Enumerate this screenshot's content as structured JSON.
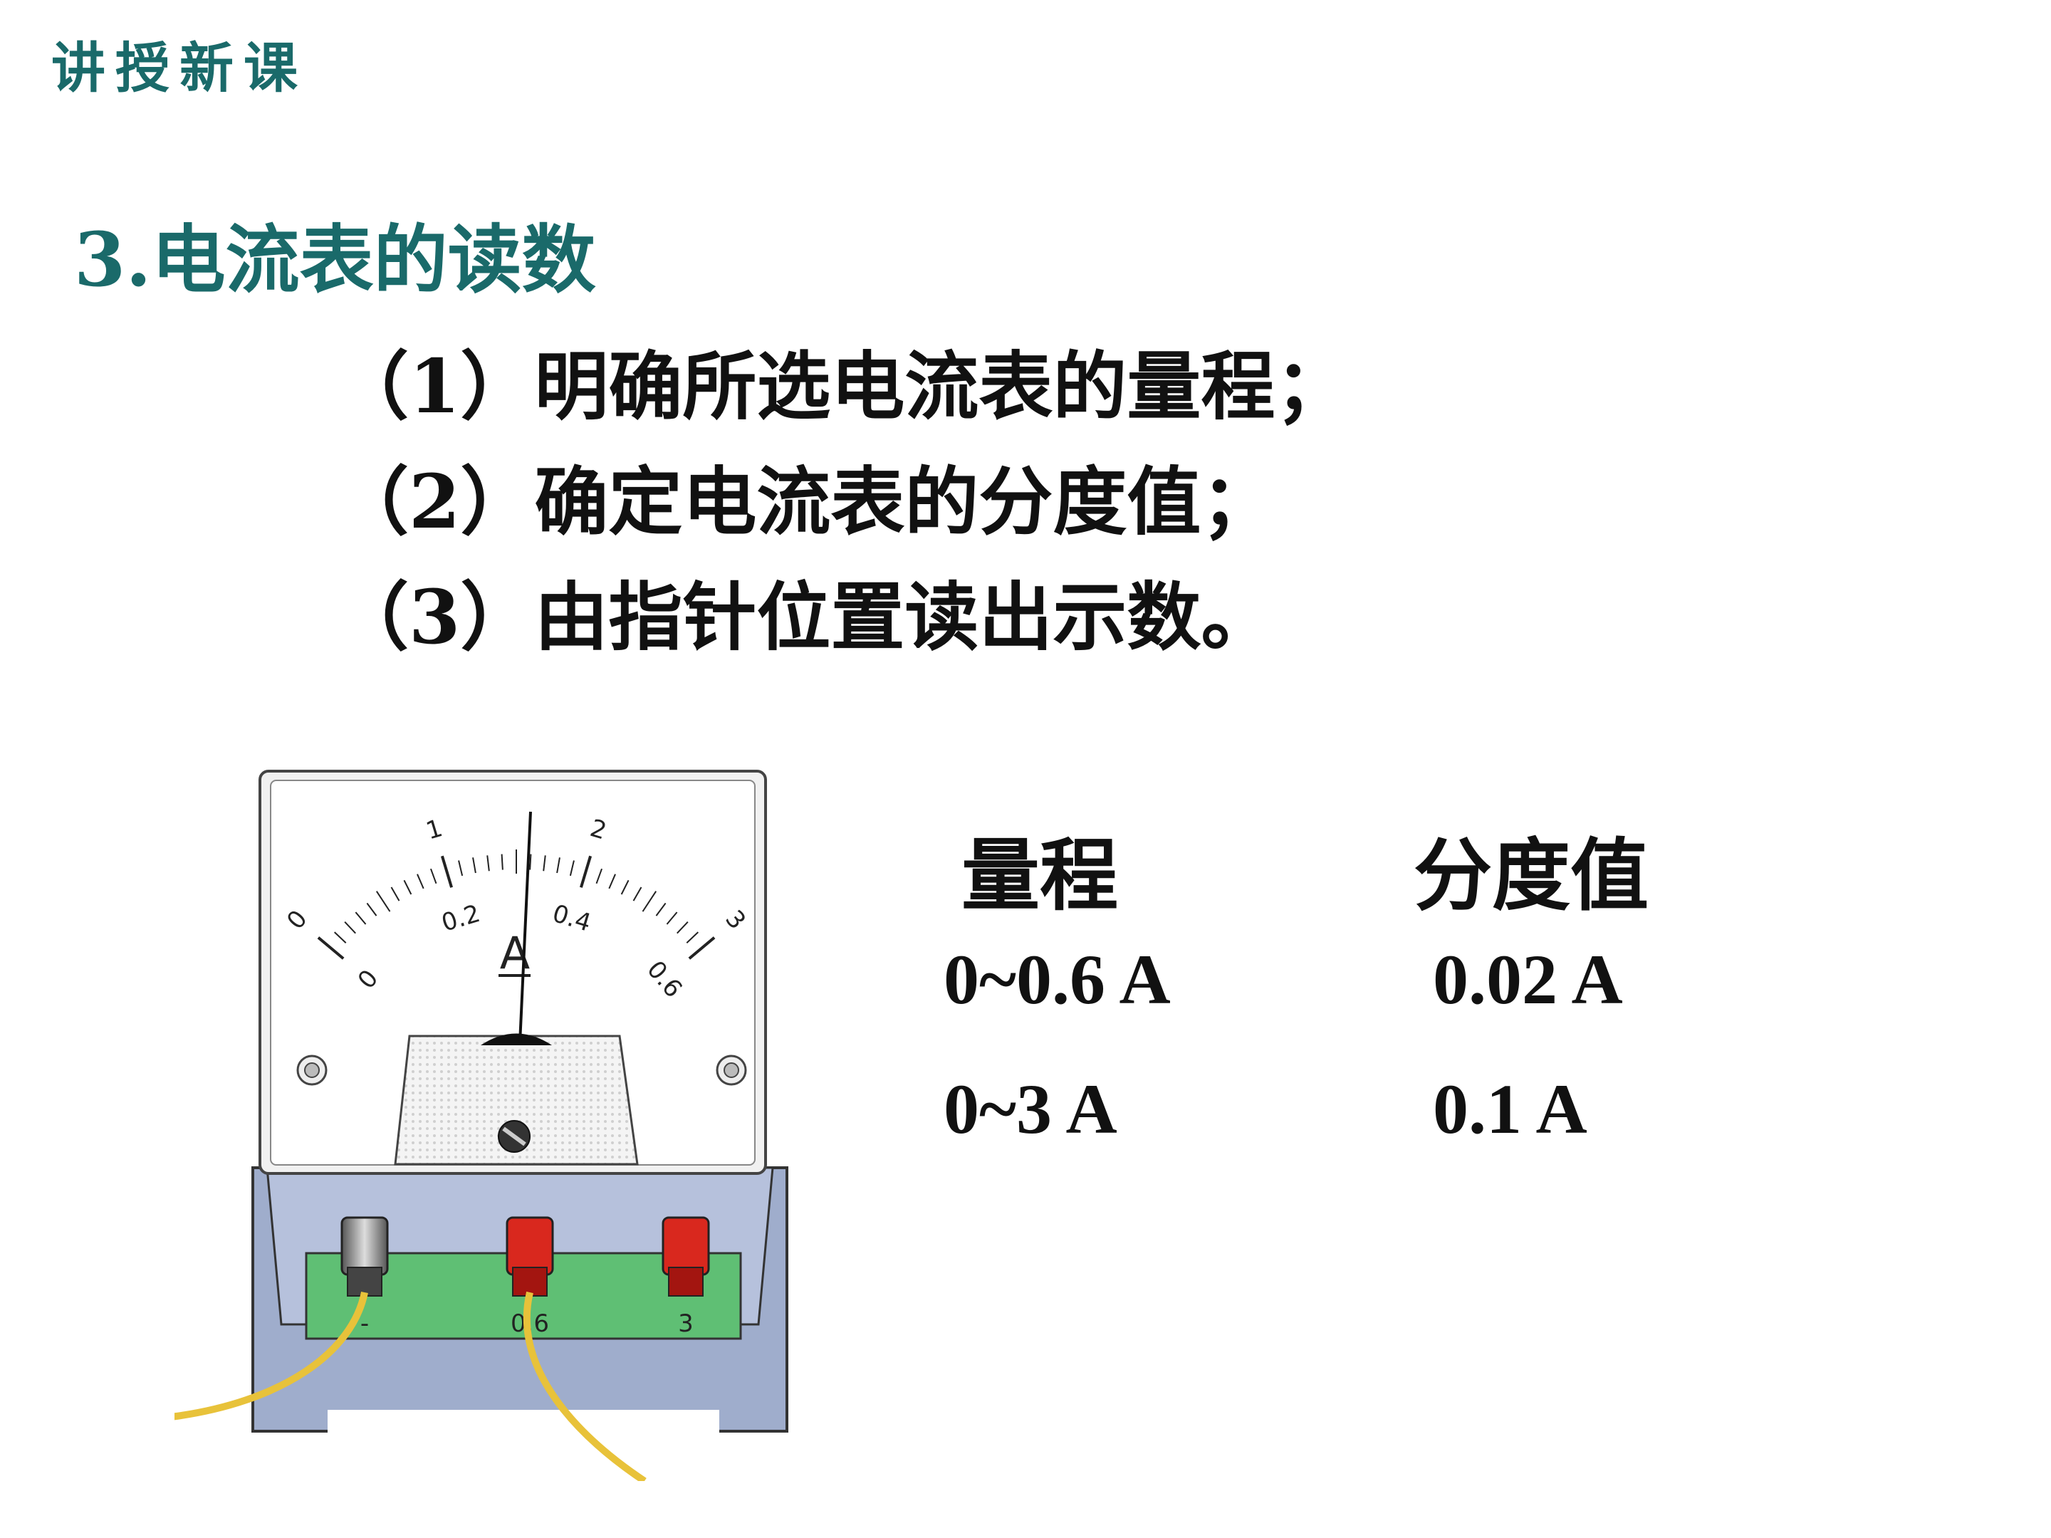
{
  "header": {
    "title": "讲授新课"
  },
  "section": {
    "title": "3.电流表的读数"
  },
  "steps": [
    "（1）明确所选电流表的量程；",
    "（2）确定电流表的分度值；",
    "（3）由指针位置读出示数。"
  ],
  "table": {
    "headers": [
      "量程",
      "分度值"
    ],
    "rows": [
      {
        "range": "0~0.6 A",
        "division": "0.02 A"
      },
      {
        "range": "0~3 A",
        "division": "0.1 A"
      }
    ]
  },
  "meter": {
    "unit_symbol": "A",
    "upper_scale_labels": [
      "0",
      "1",
      "2",
      "3"
    ],
    "lower_scale_labels": [
      "0",
      "0.2",
      "0.4",
      "0.6"
    ],
    "terminal_labels": [
      "-",
      "0.6",
      "3"
    ],
    "colors": {
      "board": "#5fbf74",
      "terminal_red": "#d9281e",
      "wire": "#e8c23a",
      "base": "#aab7d4"
    }
  }
}
